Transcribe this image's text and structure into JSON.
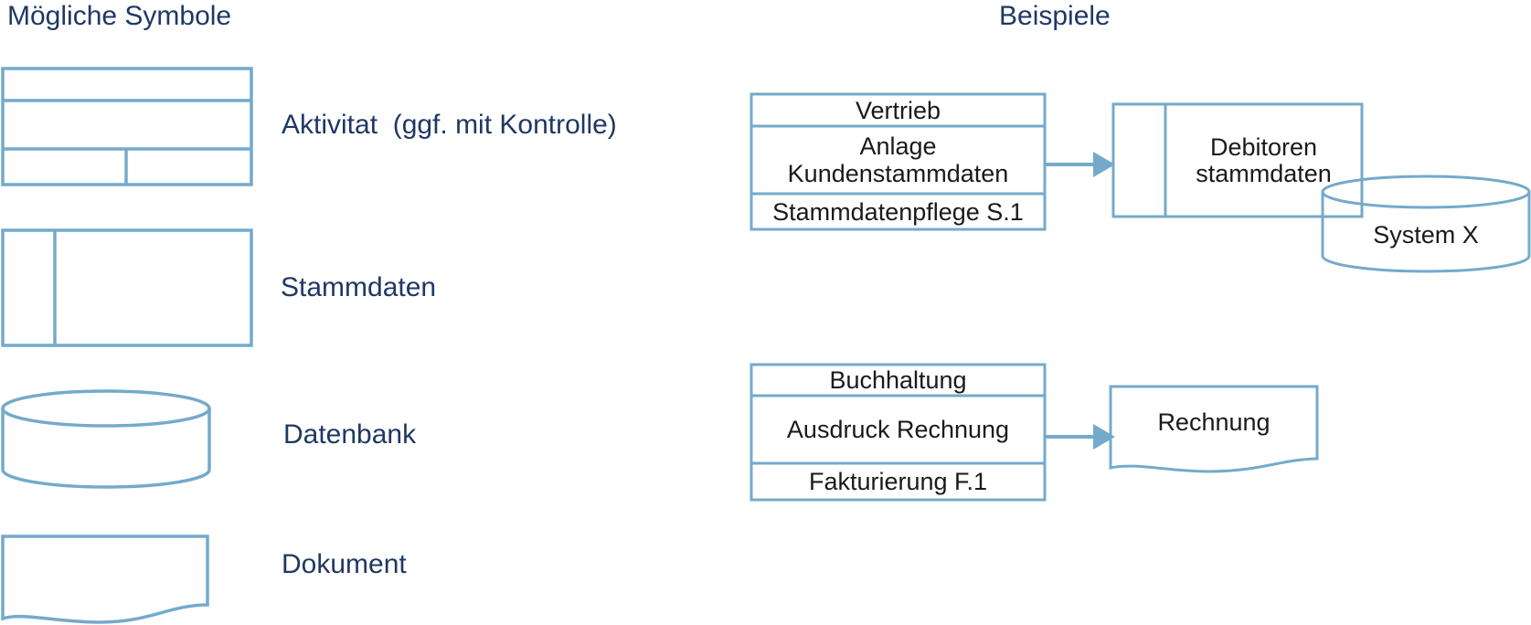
{
  "colors": {
    "shape_stroke": "#74aacb",
    "heading_text": "#1f3864",
    "box_text": "#1a1a1a",
    "background": "#ffffff"
  },
  "headings": {
    "left": "Mögliche Symbole",
    "right": "Beispiele"
  },
  "legend": {
    "items": [
      {
        "symbol": "activity",
        "label": "Aktivitat  (ggf. mit Kontrolle)"
      },
      {
        "symbol": "masterdata",
        "label": "Stammdaten"
      },
      {
        "symbol": "database",
        "label": "Datenbank"
      },
      {
        "symbol": "document",
        "label": "Dokument"
      }
    ]
  },
  "examples": {
    "ex1": {
      "org": "Vertrieb",
      "task1": "Anlage",
      "task2": "Kundenstammdaten",
      "process": "Stammdatenpflege S.1",
      "md1": "Debitoren",
      "md2": "stammdaten",
      "db": "System X"
    },
    "ex2": {
      "org": "Buchhaltung",
      "task": "Ausdruck Rechnung",
      "process": "Fakturierung F.1",
      "doc": "Rechnung"
    }
  }
}
